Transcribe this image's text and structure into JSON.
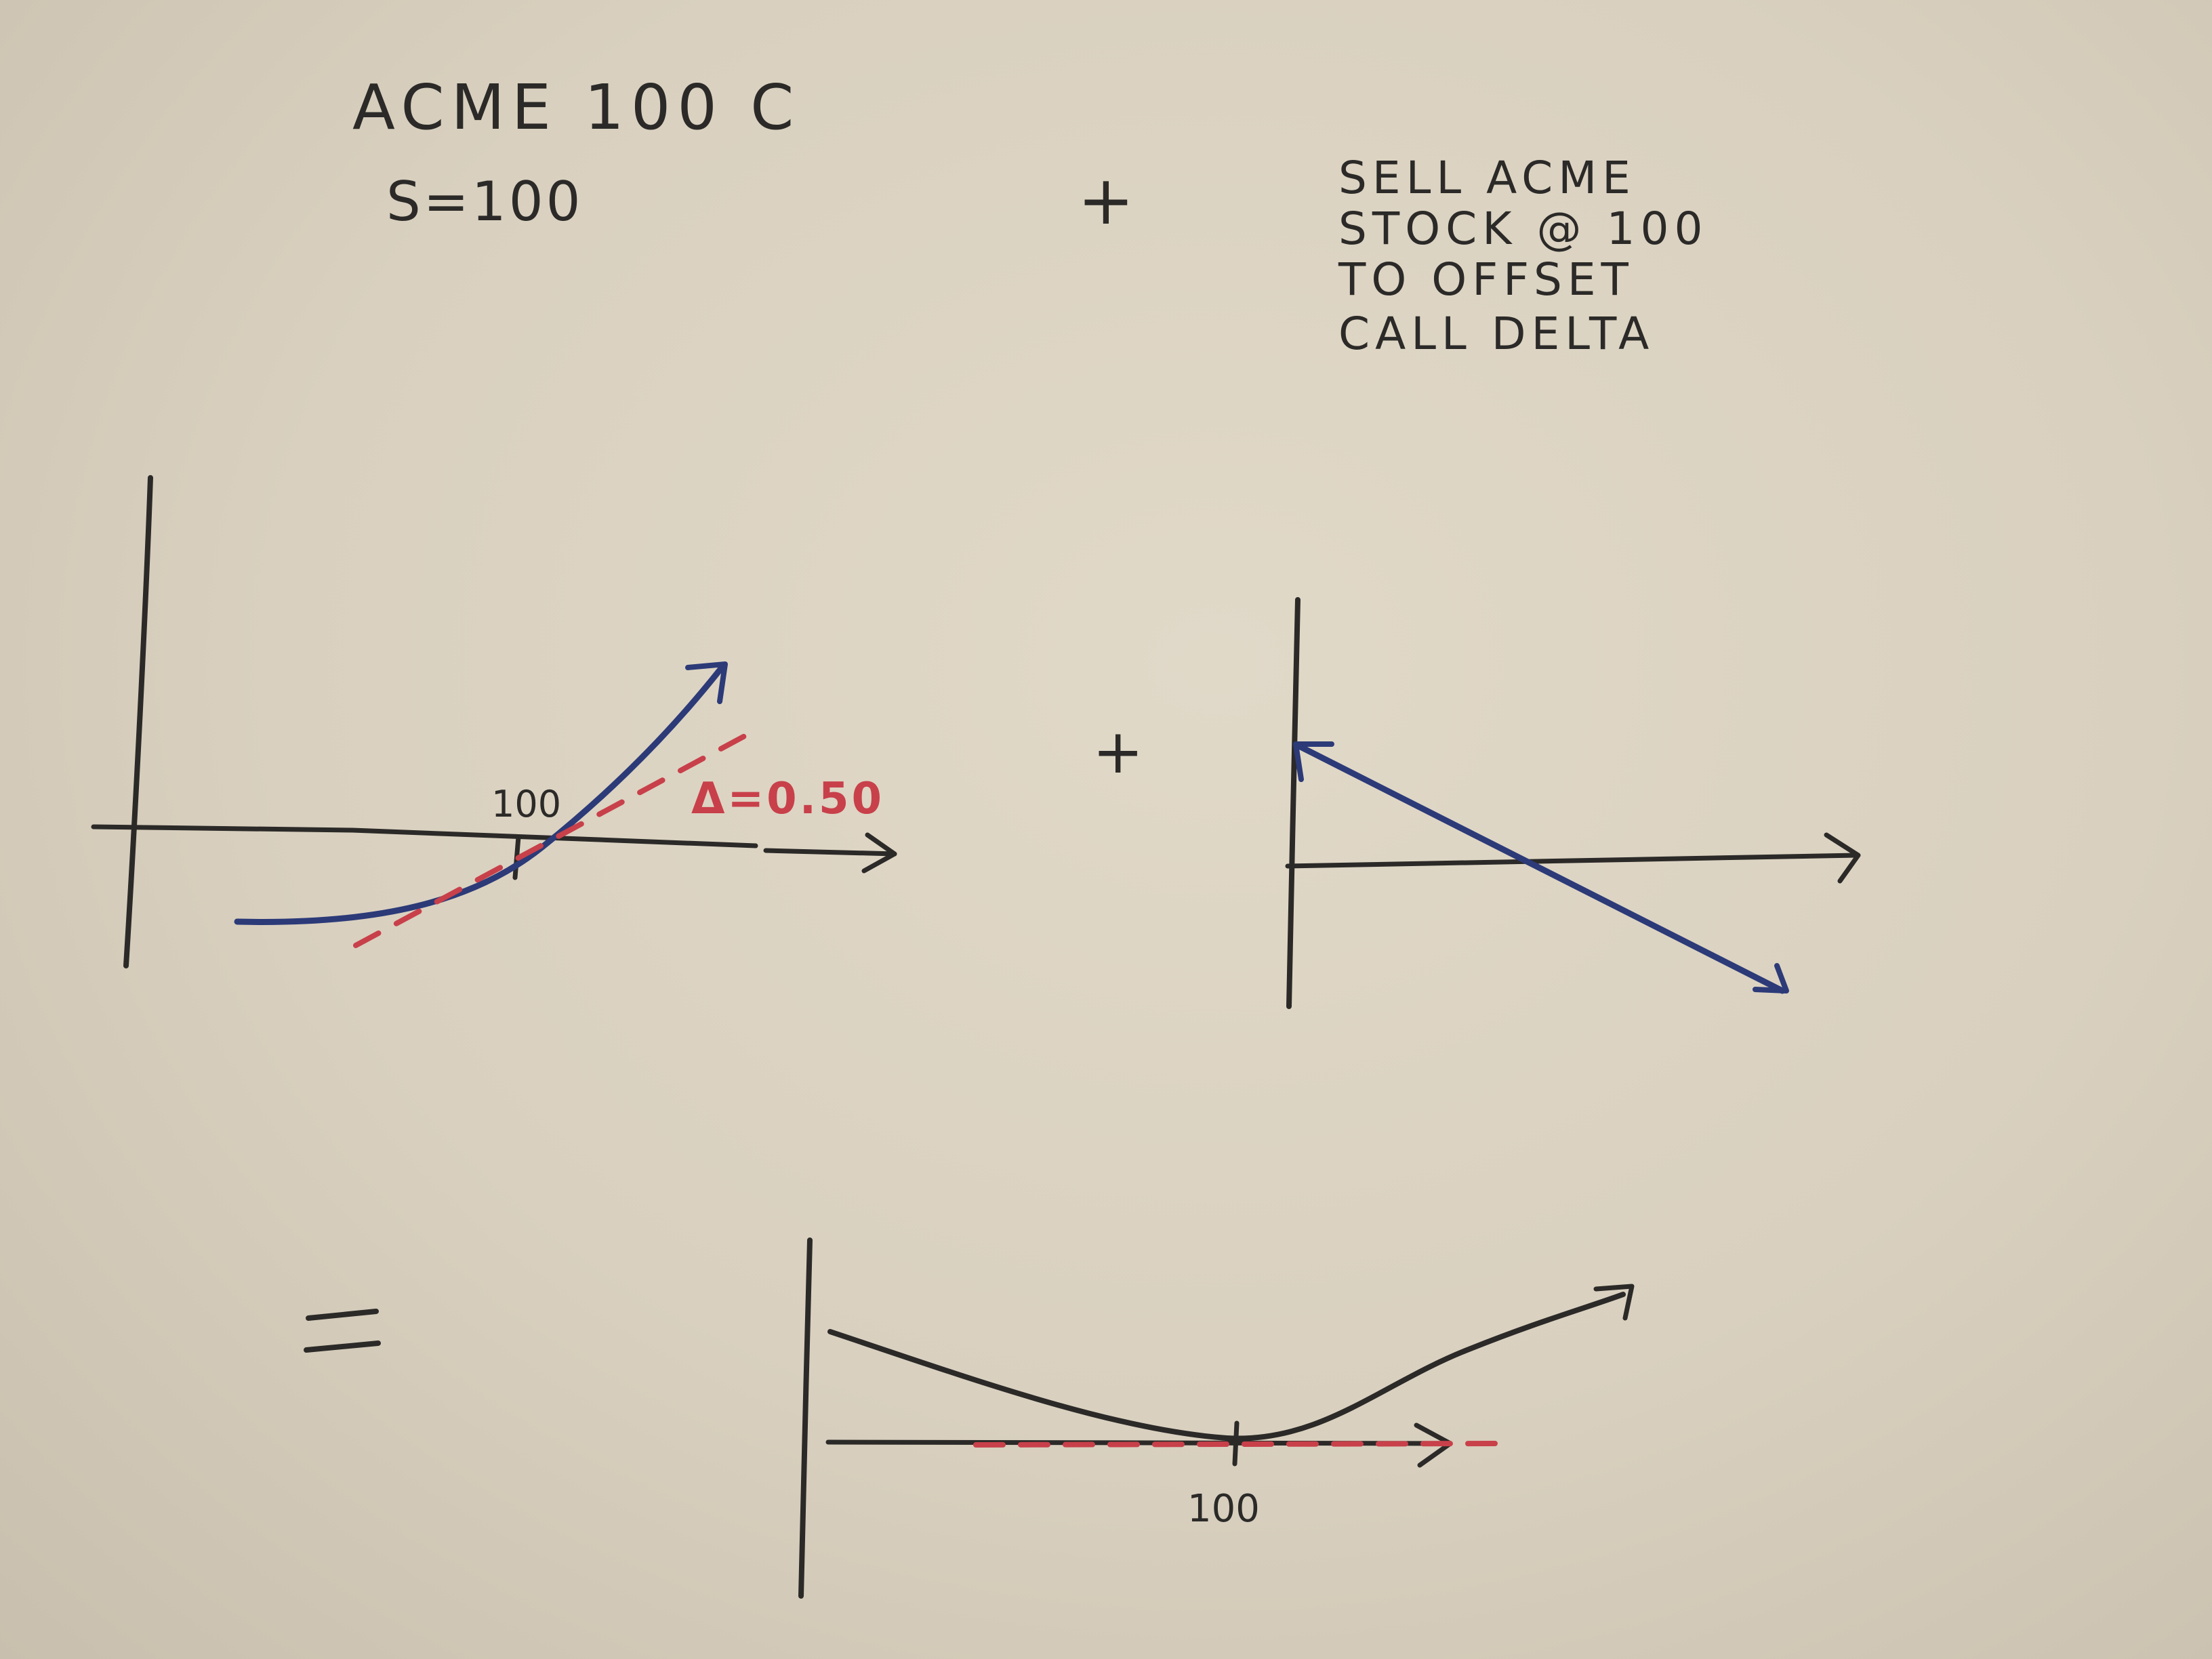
{
  "title": "ACME 100 C",
  "spot": "S=100",
  "plus_top": "+",
  "plus_mid": "+",
  "equals": "=",
  "note_lines": [
    "SELL ACME",
    "STOCK @ 100",
    "TO OFFSET",
    "CALL DELTA"
  ],
  "panel1": {
    "strike_label": "100",
    "delta_label": "Δ=0.50"
  },
  "panel3": {
    "strike_label": "100"
  },
  "colors": {
    "ink": "#2b2a28",
    "blue": "#2c3a78",
    "red": "#c8404a",
    "paper": "#dcd3c2"
  },
  "icons": [
    "arrow-right-icon",
    "arrow-up-right-icon",
    "arrow-down-right-icon",
    "arrow-up-left-icon"
  ]
}
